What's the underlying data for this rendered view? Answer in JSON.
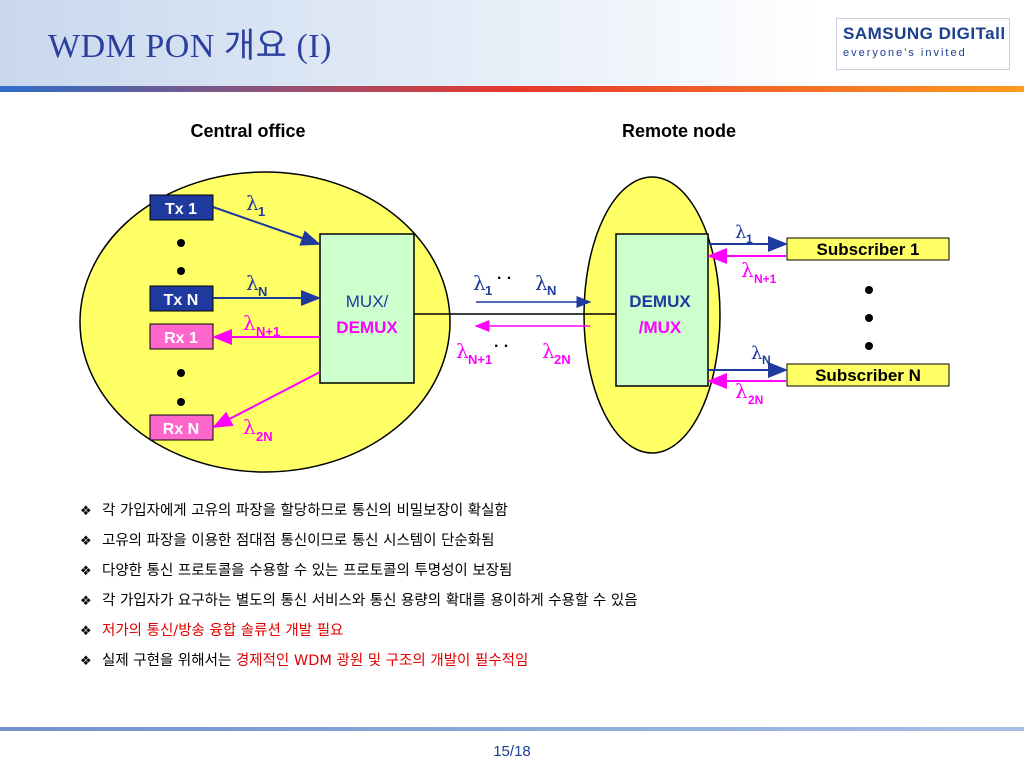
{
  "slide": {
    "title": "WDM PON 개요 (I)",
    "logo_line1": "SAMSUNG DIGITall",
    "logo_line2": "everyone's invited",
    "page_number": "15/18"
  },
  "diagram": {
    "central_office": "Central office",
    "remote_node": "Remote node",
    "tx1": "Tx 1",
    "txn": "Tx N",
    "rx1": "Rx 1",
    "rxn": "Rx N",
    "mux_demux_line1": "MUX/",
    "mux_demux_line2": "DEMUX",
    "demux_mux_line1": "DEMUX",
    "demux_mux_line2": "/MUX",
    "subscriber1": "Subscriber 1",
    "subscriberN": "Subscriber N",
    "lambda": "λ",
    "dots": "· ·",
    "sub_1": "1",
    "sub_N": "N",
    "sub_N1": "N+1",
    "sub_2N": "2N",
    "colors": {
      "ellipse_fill": "#ffff66",
      "box_fill": "#ccffcc",
      "downstream": "#1f3a9e",
      "upstream": "#ff00ff",
      "tx_fill": "#1f3a9e",
      "rx_fill": "#ff66cc"
    }
  },
  "bullets": {
    "marker": "❖",
    "b1": "각 가입자에게 고유의 파장을 할당하므로 통신의 비밀보장이 확실함",
    "b2": "고유의 파장을 이용한 점대점 통신이므로 통신 시스템이 단순화됨",
    "b3": "다양한 통신 프로토콜을 수용할 수 있는 프로토콜의 투명성이 보장됨",
    "b4": "각 가입자가 요구하는 별도의 통신 서비스와 통신 용량의 확대를 용이하게 수용할 수 있음",
    "b5": "저가의 통신/방송 융합 솔류션 개발 필요",
    "b6_prefix": "실제 구현을 위해서는 ",
    "b6_highlight": "경제적인 WDM 광원 및 구조의 개발이 필수적임"
  }
}
